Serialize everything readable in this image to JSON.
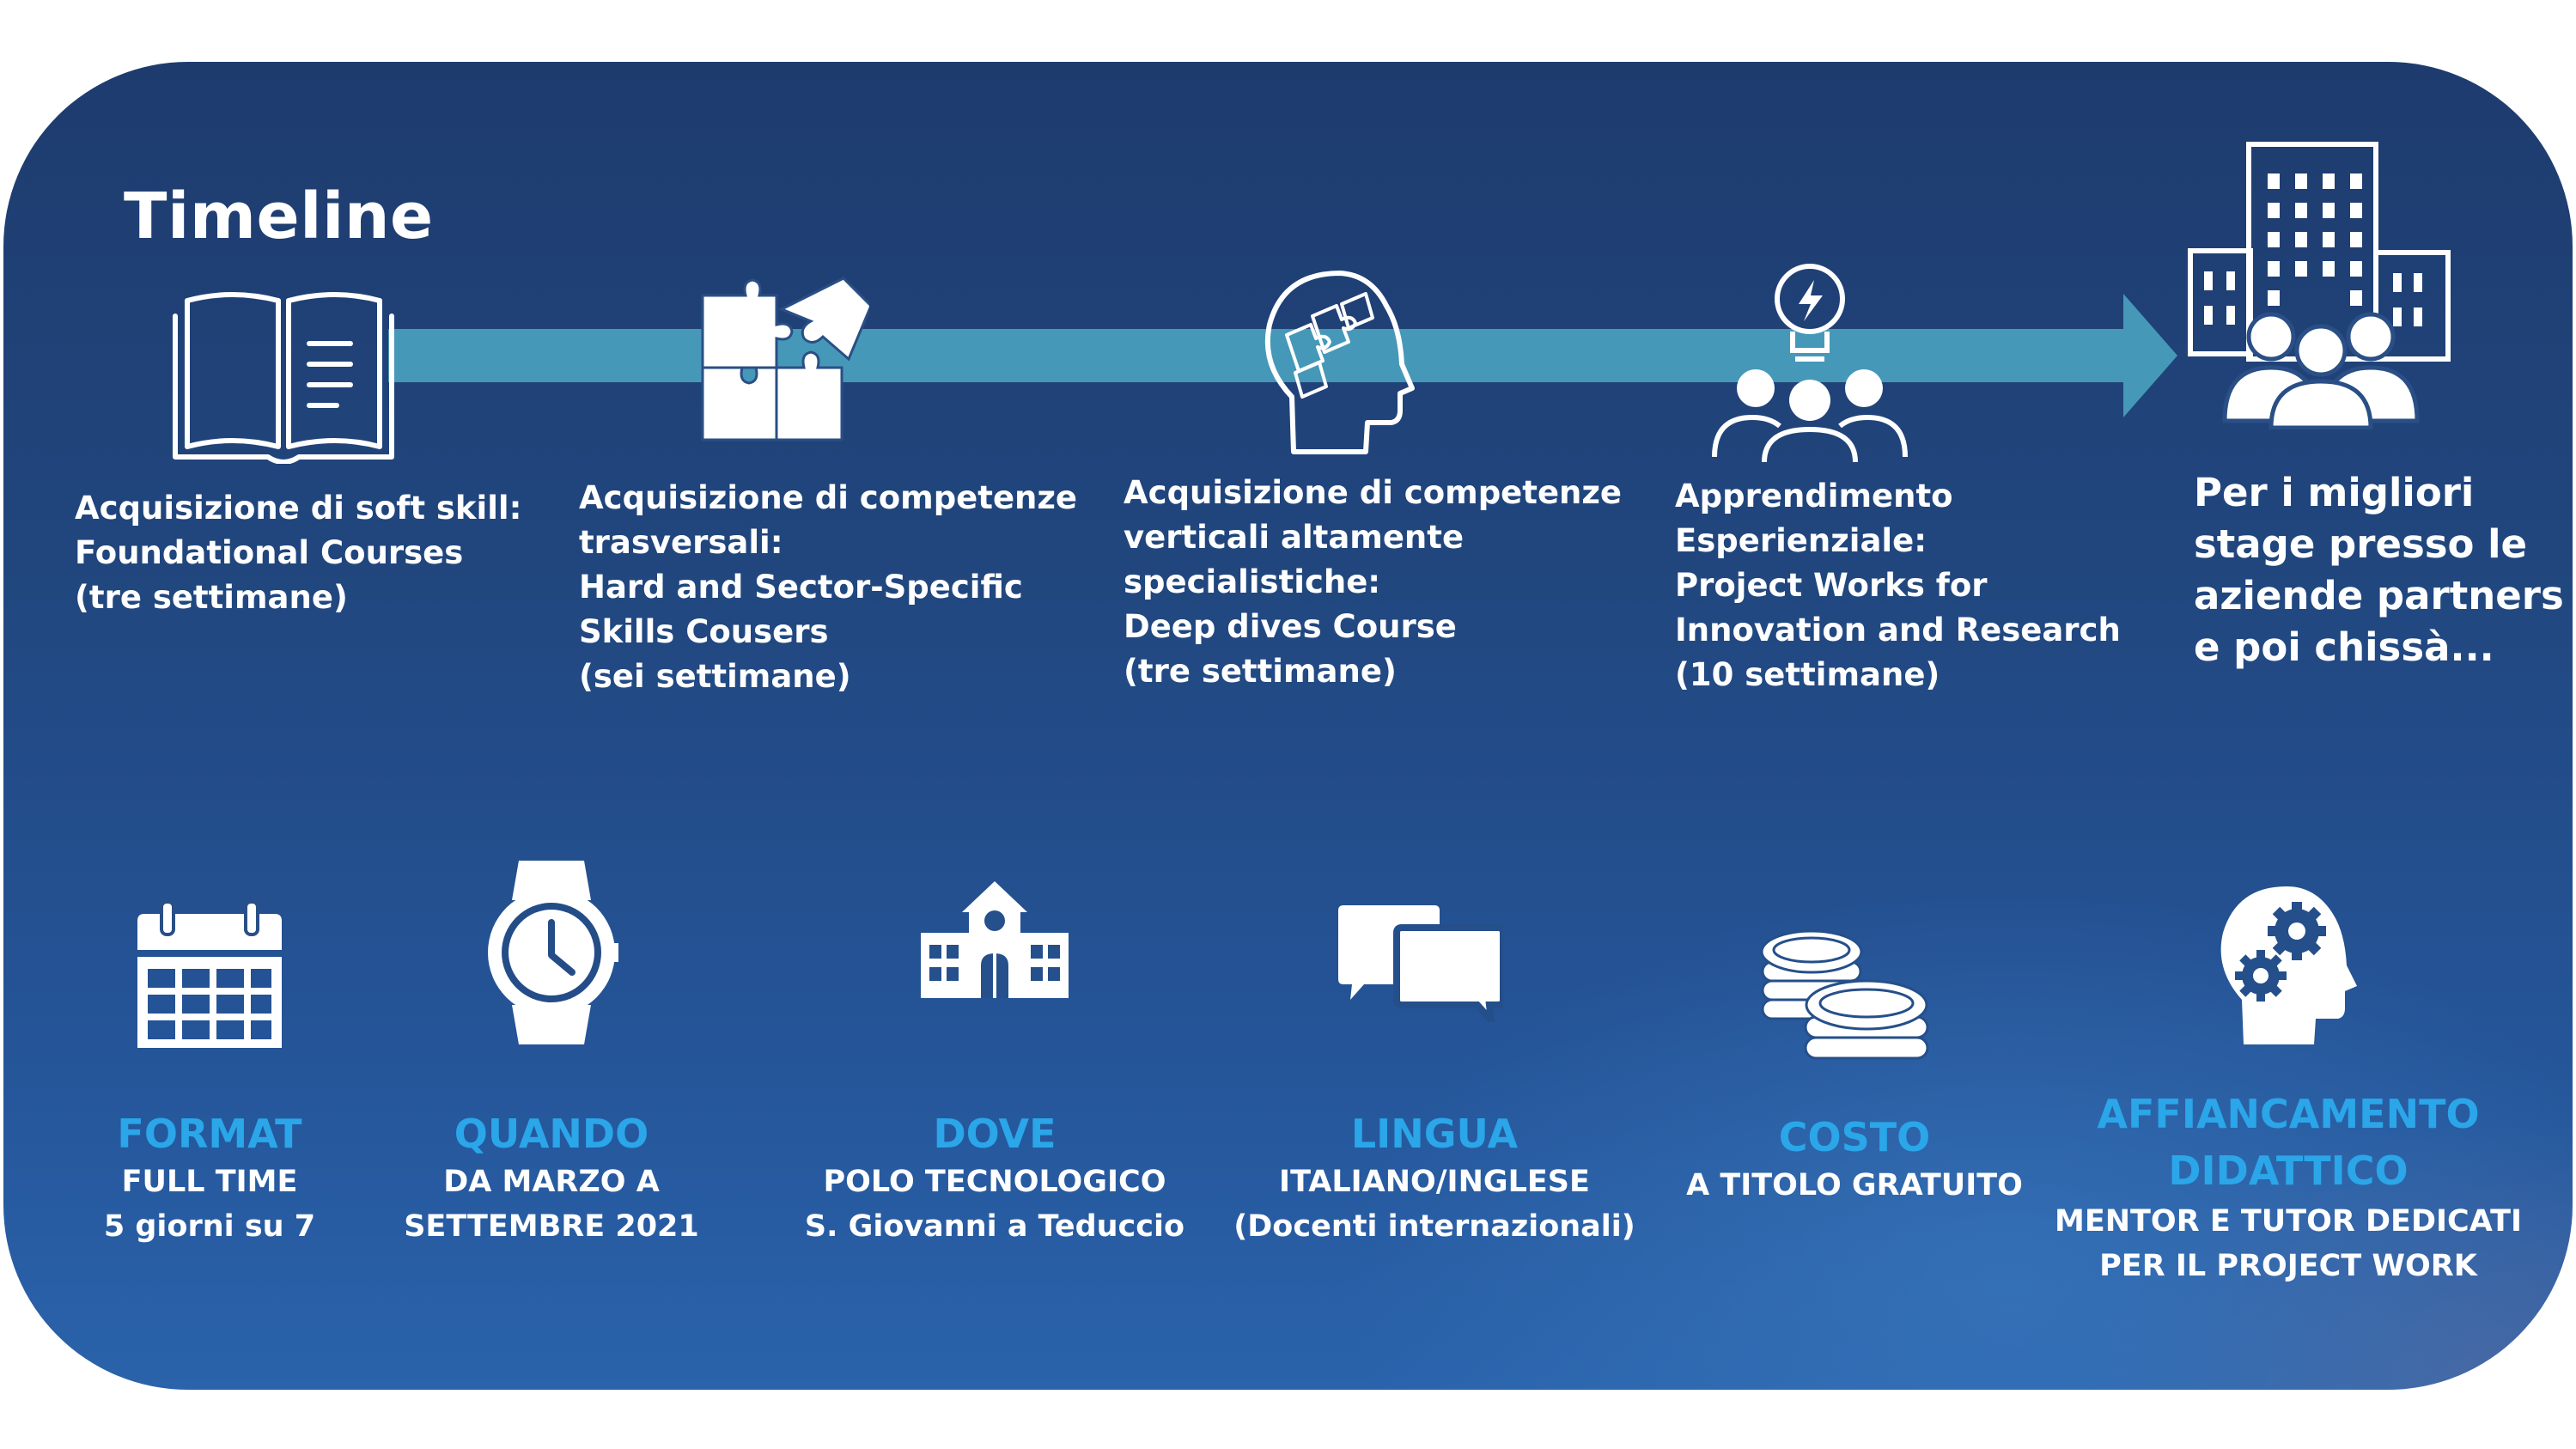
{
  "timeline": {
    "title": "Timeline",
    "stages": [
      {
        "icon": "open-book-icon",
        "lines": [
          "Acquisizione di soft skill:",
          "Foundational Courses",
          "(tre settimane)"
        ]
      },
      {
        "icon": "puzzle-pieces-icon",
        "lines": [
          "Acquisizione di competenze",
          "trasversali:",
          "Hard and Sector-Specific",
          "Skills Cousers",
          "(sei settimane)"
        ]
      },
      {
        "icon": "head-puzzle-icon",
        "lines": [
          "Acquisizione di competenze",
          "verticali  altamente",
          "specialistiche:",
          "Deep dives Course",
          "(tre settimane)"
        ]
      },
      {
        "icon": "team-lightbulb-icon",
        "lines": [
          "Apprendimento",
          "Esperienziale:",
          "Project Works for",
          "Innovation and Research",
          "(10 settimane)"
        ]
      },
      {
        "icon": "office-building-people-icon",
        "lines": [
          "Per i migliori",
          "stage presso le",
          "aziende partners",
          "e poi chissà..."
        ]
      }
    ]
  },
  "details": [
    {
      "icon": "calendar-icon",
      "title": "FORMAT",
      "lines": [
        "FULL TIME",
        "5 giorni su 7"
      ]
    },
    {
      "icon": "wristwatch-icon",
      "title": "QUANDO",
      "lines": [
        "DA MARZO A",
        "SETTEMBRE 2021"
      ]
    },
    {
      "icon": "school-building-icon",
      "title": "DOVE",
      "lines": [
        "POLO TECNOLOGICO",
        "S. Giovanni a Teduccio"
      ]
    },
    {
      "icon": "speech-bubbles-icon",
      "title": "LINGUA",
      "lines": [
        "ITALIANO/INGLESE",
        "(Docenti internazionali)"
      ]
    },
    {
      "icon": "coins-stack-icon",
      "title": "COSTO",
      "lines": [
        "A TITOLO GRATUITO"
      ]
    },
    {
      "icon": "head-gears-icon",
      "title": "AFFIANCAMENTO DIDATTICO",
      "title_lines": [
        "AFFIANCAMENTO",
        "DIDATTICO"
      ],
      "lines": [
        "MENTOR E TUTOR DEDICATI",
        "PER IL PROJECT WORK"
      ]
    }
  ],
  "colors": {
    "accent_title": "#2aa6e9",
    "arrow": "#4698b8",
    "panel_top": "#1e3b6e",
    "panel_bottom": "#2a63ab",
    "text": "#ffffff"
  }
}
